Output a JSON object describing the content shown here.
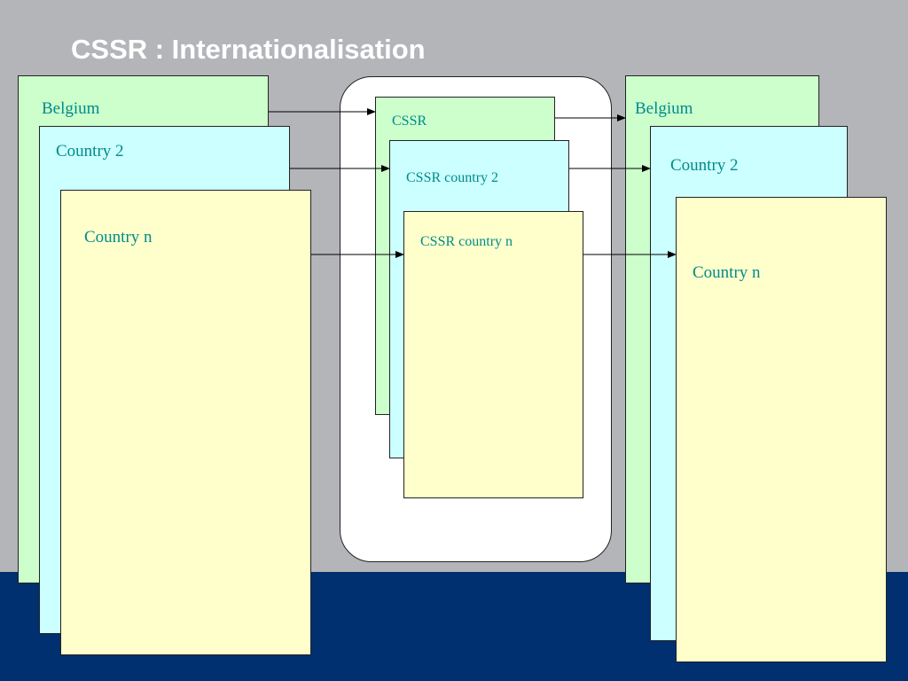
{
  "slide": {
    "title": "CSSR : Internationalisation"
  },
  "left_stack": {
    "belgium": "Belgium",
    "country2": "Country 2",
    "countryn": "Country n"
  },
  "middle_stack": {
    "cssr": "CSSR",
    "cssr_country2": "CSSR country 2",
    "cssr_countryn": "CSSR country n"
  },
  "right_stack": {
    "belgium": "Belgium",
    "country2": "Country 2",
    "countryn": "Country n"
  },
  "colors": {
    "background": "#b4b5b9",
    "band": "#003070",
    "green_box": "#ccffcc",
    "cyan_box": "#ccffff",
    "yellow_box": "#ffffcc",
    "label_text": "#008b8b"
  }
}
